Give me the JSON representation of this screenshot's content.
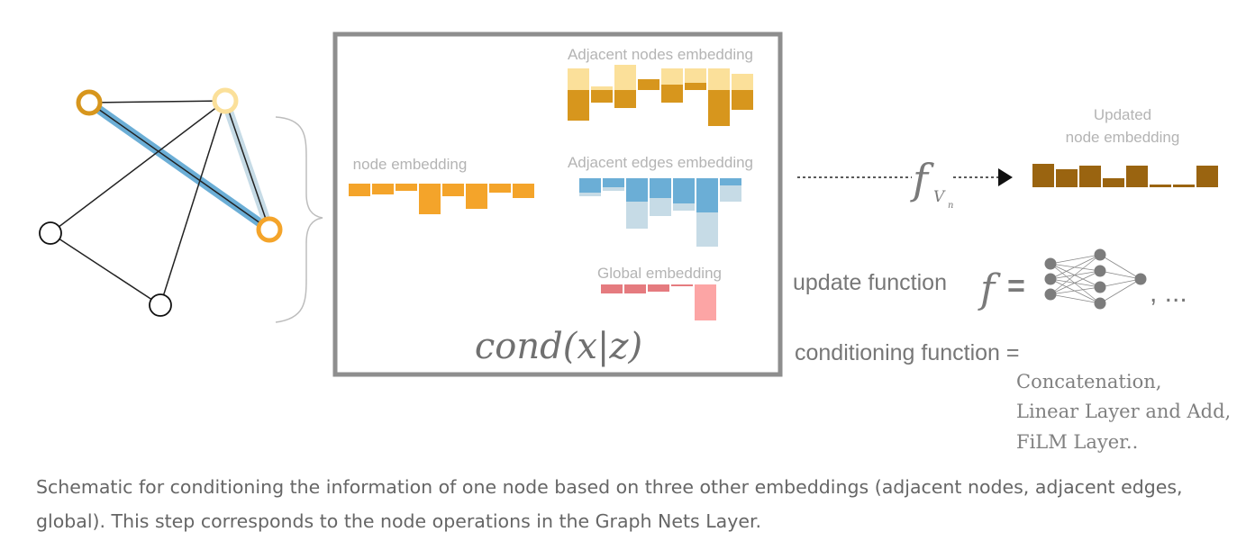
{
  "colors": {
    "orange": "#f4a42a",
    "orange_dark": "#dd9622",
    "gold_light": "#fbe09a",
    "gold_dark": "#d7961d",
    "blue": "#6baed6",
    "blue_light": "#c6dbe6",
    "red": "#e57b7f",
    "red_light": "#fca5a5",
    "brown": "#9a6410",
    "frame": "#8e8e8e",
    "label": "#b4b4b4",
    "text": "#777777",
    "caption": "#666666",
    "edge": "#222222"
  },
  "box": {
    "adjacent_nodes_label": "Adjacent nodes embedding",
    "node_label": "node embedding",
    "adjacent_edges_label": "Adjacent edges embedding",
    "global_label": "Global embedding",
    "formula": "cond(x|z)"
  },
  "right": {
    "updated_label_line1": "Updated",
    "updated_label_line2": "node embedding",
    "f_symbol": "f",
    "f_subscript": "V",
    "f_subscript_sub": "n",
    "update_function_label": "update function",
    "equals": "=",
    "ellipsis": ", ...",
    "conditioning_label": "conditioning function =",
    "options": [
      "Concatenation,",
      "Linear Layer and Add,",
      "FiLM Layer.."
    ]
  },
  "caption": {
    "text": "Schematic for conditioning the information of one node based on three other embeddings (adjacent nodes, adjacent edges, global). This step corresponds to the node operations in the Graph Nets Layer."
  }
}
